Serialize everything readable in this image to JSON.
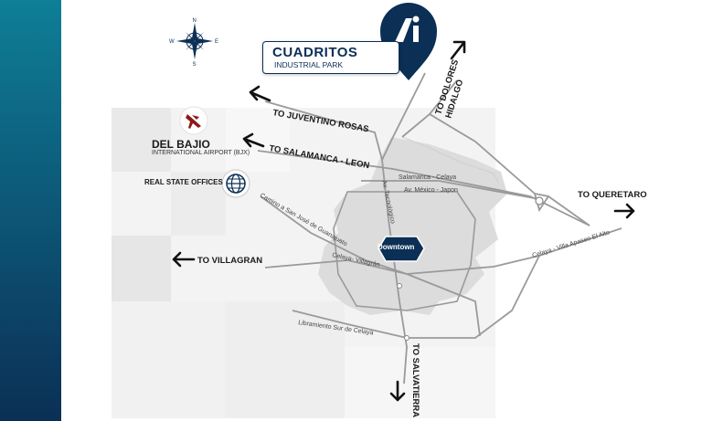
{
  "park": {
    "name": "CUADRITOS",
    "subtitle": "INDUSTRIAL PARK",
    "logo_letters": "Ai"
  },
  "airport": {
    "name": "DEL BAJIO",
    "subtitle": "INTERNATIONAL AIRPORT (BJX)"
  },
  "offices": {
    "label": "REAL STATE OFFICES"
  },
  "downtown": {
    "label": "Downtown"
  },
  "directions": {
    "juventino": "TO JUVENTINO ROSAS",
    "salamanca": "TO SALAMANCA - LEON",
    "villagran": "TO VILLAGRAN",
    "queretaro": "TO QUERETARO",
    "dolores_1": "TO DOLORES",
    "dolores_2": "HIDALGO",
    "salvatierra": "TO SALVATIERRA"
  },
  "roads": {
    "salamanca_celaya": "Salamanca - Celaya",
    "av_mexico": "Av. México - Japon",
    "av_tecnologico": "Av. Tecnológico",
    "camino_sanjose": "Camino a San José de Guanajuato",
    "celaya_villagran": "Celaya- Villagrán",
    "libramiento": "Libramiento Sur de Celaya",
    "celaya_apaseo": "Celaya - Villa Apaseo El Alto"
  },
  "colors": {
    "brand": "#0b2f55",
    "airport_icon": "#8b1a1a",
    "roads": "#9a9a9a",
    "city_area": "#dcdcdc"
  },
  "icons": [
    "compass-rose-icon",
    "airplane-icon",
    "globe-icon",
    "map-pin-logo-icon",
    "arrow-icon"
  ]
}
